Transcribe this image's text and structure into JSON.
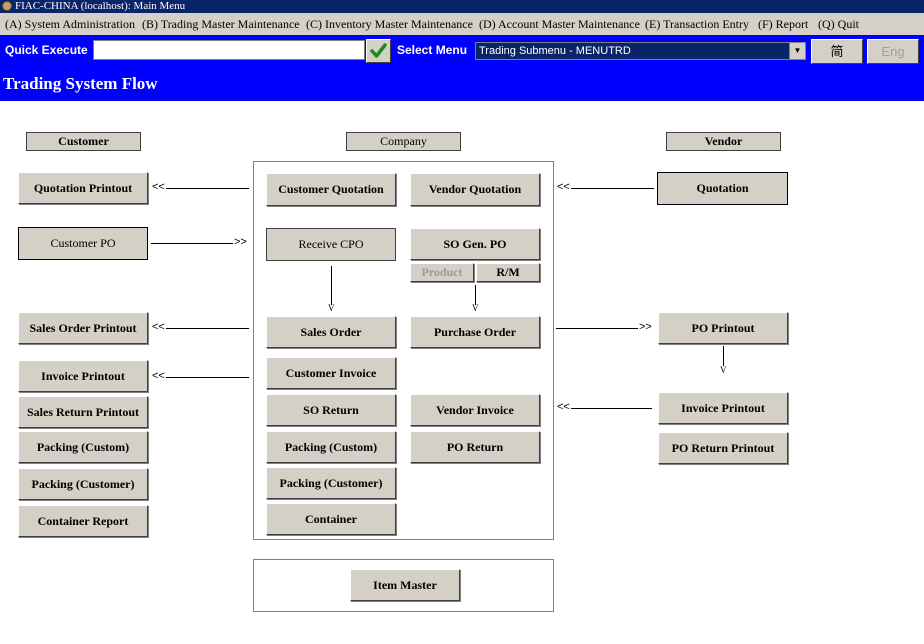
{
  "window": {
    "title": "FIAC-CHINA (localhost): Main Menu"
  },
  "menu": [
    "(A) System Administration",
    "(B) Trading Master Maintenance",
    "(C) Inventory Master Maintenance",
    "(D) Account Master Maintenance",
    "(E) Transaction Entry",
    "(F) Report",
    "(Q) Quit"
  ],
  "toolbar": {
    "quick_execute_label": "Quick Execute",
    "quick_execute_value": "",
    "select_menu_label": "Select Menu",
    "select_menu_value": "Trading Submenu - MENUTRD",
    "lang_simplified": "简",
    "lang_english": "Eng"
  },
  "page": {
    "title": "Trading System Flow"
  },
  "columns": {
    "customer": "Customer",
    "company": "Company",
    "vendor": "Vendor"
  },
  "customer_buttons": {
    "quotation_printout": "Quotation Printout",
    "customer_po": "Customer PO",
    "sales_order_printout": "Sales Order Printout",
    "invoice_printout": "Invoice Printout",
    "sales_return_printout": "Sales Return Printout",
    "packing_custom": "Packing (Custom)",
    "packing_customer": "Packing (Customer)",
    "container_report": "Container Report"
  },
  "company_buttons": {
    "customer_quotation": "Customer Quotation",
    "vendor_quotation": "Vendor Quotation",
    "receive_cpo": "Receive CPO",
    "so_gen_po": "SO Gen. PO",
    "product": "Product",
    "rm": "R/M",
    "sales_order": "Sales Order",
    "purchase_order": "Purchase Order",
    "customer_invoice": "Customer Invoice",
    "so_return": "SO Return",
    "vendor_invoice": "Vendor Invoice",
    "packing_custom": "Packing (Custom)",
    "po_return": "PO Return",
    "packing_customer": "Packing (Customer)",
    "container": "Container",
    "item_master": "Item Master"
  },
  "vendor_buttons": {
    "quotation": "Quotation",
    "po_printout": "PO Printout",
    "invoice_printout": "Invoice Printout",
    "po_return_printout": "PO Return Printout"
  },
  "arrows": {
    "left": "<<",
    "right": ">>",
    "down": "V"
  },
  "colors": {
    "toolbar_blue": "#0000ff",
    "titlebar_navy": "#0a246a",
    "button_face": "#d4d0c8",
    "check_green": "#1a8a1a"
  },
  "icons": {
    "app": "app-icon",
    "check": "checkmark-icon",
    "dropdown": "chevron-down-icon"
  }
}
